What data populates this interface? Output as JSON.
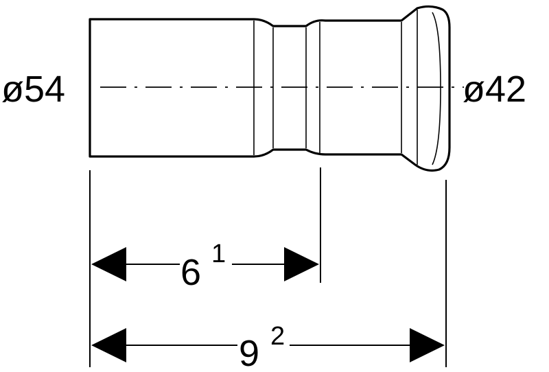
{
  "labels": {
    "left_diameter": "ø54",
    "right_diameter": "ø42",
    "dim1_main": "6",
    "dim1_sup": "1",
    "dim2_main": "9",
    "dim2_sup": "2"
  }
}
